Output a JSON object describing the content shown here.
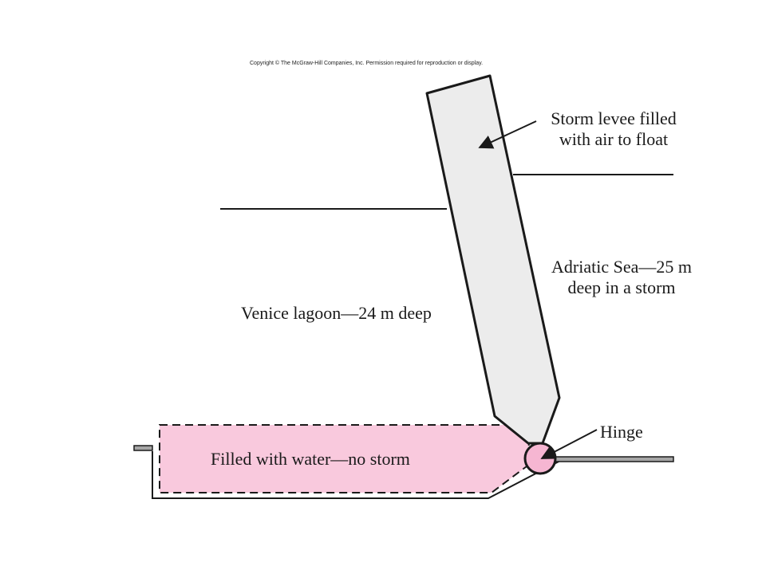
{
  "copyright": "Copyright © The McGraw-Hill Companies, Inc. Permission required for reproduction or display.",
  "labels": {
    "storm_levee_line1": "Storm levee filled",
    "storm_levee_line2": "with air to float",
    "adriatic_line1": "Adriatic Sea—25 m",
    "adriatic_line2": "deep in a storm",
    "venice_lagoon": "Venice lagoon—24 m deep",
    "hinge": "Hinge",
    "filled_with_water": "Filled with water—no storm"
  },
  "colors": {
    "levee_fill": "#ececec",
    "stored_gate_fill": "#f9c9dd",
    "hinge_fill": "#f6b6d2",
    "outline": "#1a1a1a",
    "seabed_bar": "#a6a6a6"
  }
}
